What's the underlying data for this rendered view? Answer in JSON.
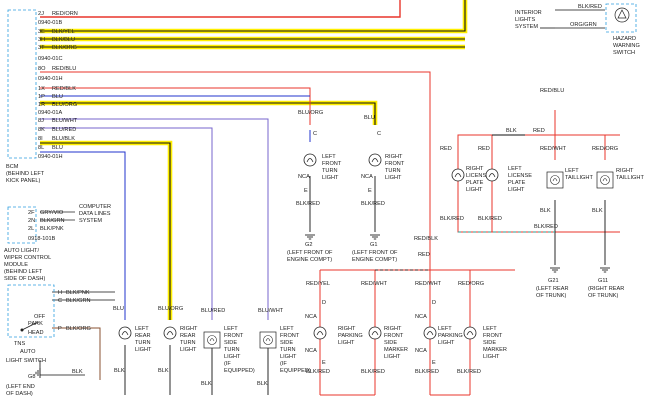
{
  "bcm": {
    "pins": [
      {
        "pin": "2J",
        "wire": "RED/ORN"
      },
      {
        "pin": "",
        "wire": "0940-01B"
      },
      {
        "pin": "3E",
        "wire": "BLK/YEL"
      },
      {
        "pin": "3H",
        "wire": "BLK/BLU"
      },
      {
        "pin": "3T",
        "wire": "BLK/ORG"
      },
      {
        "pin": "",
        "wire": "0940-01C"
      },
      {
        "pin": "8O",
        "wire": "RED/BLU"
      },
      {
        "pin": "",
        "wire": "0940-01H"
      },
      {
        "pin": "1X",
        "wire": "RED/BLK"
      },
      {
        "pin": "1P",
        "wire": "BLU"
      },
      {
        "pin": "1R",
        "wire": "BLU/ORG"
      },
      {
        "pin": "",
        "wire": "0940-01A"
      },
      {
        "pin": "8J",
        "wire": "BLU/WHT"
      },
      {
        "pin": "8K",
        "wire": "BLU/RED"
      },
      {
        "pin": "8I",
        "wire": "BLU/BLK"
      },
      {
        "pin": "8L",
        "wire": "BLU"
      },
      {
        "pin": "",
        "wire": "0940-01H"
      }
    ],
    "label_lines": [
      "BCM",
      "(BEHIND LEFT",
      "KICK PANEL)"
    ]
  },
  "data_lines": {
    "pins": [
      {
        "pin": "2F",
        "wire": "GRY/VIO"
      },
      {
        "pin": "2N",
        "wire": "BLK/GRN"
      },
      {
        "pin": "2L",
        "wire": "BLK/PNK"
      },
      {
        "pin": "",
        "wire": "0918-101B"
      }
    ],
    "system_label_lines": [
      "COMPUTER",
      "DATA LINES",
      "SYSTEM"
    ],
    "module_label_lines": [
      "AUTO LIGHT/",
      "WIPER CONTROL",
      "MODULE",
      "(BEHIND LEFT",
      "SIDE OF DASH)"
    ]
  },
  "light_switch": {
    "pins": [
      {
        "pin": "H",
        "wire": "BLK/PNK"
      },
      {
        "pin": "C",
        "wire": "BLK/GRN"
      },
      {
        "pin": "P",
        "wire": "BLK/ORG"
      }
    ],
    "positions": [
      "OFF",
      "PARK",
      "HEAD",
      "TNS",
      "AUTO"
    ],
    "label": "LIGHT SWITCH",
    "ground": "G8",
    "ground_wire": "BLK",
    "ground_label_lines": [
      "(LEFT END",
      "OF DASH)"
    ]
  },
  "hazard": {
    "wire_top": "BLK/RED",
    "wire_mid": "ORG/GRN",
    "interior_lines": [
      "INTERIOR",
      "LIGHTS",
      "SYSTEM"
    ],
    "label_lines": [
      "HAZARD",
      "WARNING",
      "SWITCH"
    ]
  },
  "front_turn": {
    "left": {
      "wire_in": "BLU/ORG",
      "pin_top": "C",
      "nca": "NCA",
      "pin_bot": "E",
      "wire_out": "BLK/RED",
      "label_lines": [
        "LEFT",
        "FRONT",
        "TURN",
        "LIGHT"
      ],
      "ground": "G2",
      "ground_lines": [
        "(LEFT FRONT OF",
        "ENGINE COMPT)"
      ]
    },
    "right": {
      "wire_in": "BLU",
      "pin_top": "C",
      "nca": "NCA",
      "pin_bot": "E",
      "wire_out": "BLK/RED",
      "label_lines": [
        "RIGHT",
        "FRONT",
        "TURN",
        "LIGHT"
      ],
      "ground": "G1",
      "ground_lines": [
        "(LEFT FRONT OF",
        "ENGINE COMPT)"
      ]
    }
  },
  "rear_section": {
    "red_blu": "RED/BLU",
    "blk_junction": "BLK",
    "red_junction": "RED",
    "lic_left": {
      "wire_in": "RED",
      "wire_out": "BLK/RED",
      "label_lines": [
        "RIGHT",
        "LICENSE",
        "PLATE",
        "LIGHT"
      ]
    },
    "lic_right": {
      "wire_in": "RED",
      "wire_out": "BLK/RED",
      "label_lines": [
        "LEFT",
        "LICENSE",
        "PLATE",
        "LIGHT"
      ]
    },
    "tail_left": {
      "wire_in": "RED/WHT",
      "wire_out": "BLK",
      "label_lines": [
        "LEFT",
        "TAILLIGHT"
      ],
      "ground": "G21",
      "ground_lines": [
        "(LEFT REAR",
        "OF TRUNK)"
      ]
    },
    "tail_right": {
      "wire_in": "RED/ORG",
      "wire_out": "BLK",
      "label_lines": [
        "RIGHT",
        "TAILLIGHT"
      ],
      "ground": "G11",
      "ground_lines": [
        "(RIGHT REAR",
        "OF TRUNK)"
      ]
    },
    "blk_red": "BLK/RED",
    "red_blk": "RED/BLK",
    "red_wire": "RED"
  },
  "bottom_lights": [
    {
      "wire_in": "BLU",
      "label_lines": [
        "LEFT",
        "REAR",
        "TURN",
        "LIGHT"
      ],
      "ground": "BLK"
    },
    {
      "wire_in": "BLU/ORG",
      "label_lines": [
        "RIGHT",
        "REAR",
        "TURN",
        "LIGHT"
      ],
      "ground": "BLK"
    },
    {
      "wire_in": "BLU/RED",
      "label_lines": [
        "LEFT",
        "FRONT",
        "SIDE",
        "TURN",
        "LIGHT",
        "(IF",
        "EQUIPPED)"
      ],
      "ground": "BLK"
    },
    {
      "wire_in": "BLU/WHT",
      "label_lines": [
        "LEFT",
        "FRONT",
        "SIDE",
        "TURN",
        "LIGHT",
        "(IF",
        "EQUIPPED)"
      ],
      "ground": "BLK"
    }
  ],
  "park_lights": [
    {
      "wire_in": "RED/YEL",
      "pin": "D",
      "nca": "NCA",
      "label_lines": [
        "RIGHT",
        "PARKING",
        "LIGHT"
      ],
      "pin_bot": "E",
      "wire_out": "BLK/RED"
    },
    {
      "wire_in": "RED/WHT",
      "label_lines": [
        "RIGHT",
        "FRONT",
        "SIDE",
        "MARKER",
        "LIGHT"
      ],
      "wire_out": "BLK/RED"
    },
    {
      "wire_in": "RED/WHT",
      "pin": "D",
      "nca": "NCA",
      "label_lines": [
        "LEFT",
        "PARKING",
        "LIGHT"
      ],
      "pin_bot": "E",
      "wire_out": "BLK/RED"
    },
    {
      "wire_in": "RED/ORG",
      "label_lines": [
        "LEFT",
        "FRONT",
        "SIDE",
        "MARKER",
        "LIGHT"
      ],
      "wire_out": "BLK/RED"
    }
  ],
  "colors": {
    "red": "#e8352b",
    "yellow": "#ffef00",
    "blue": "#2233cc",
    "purple": "#7766cc",
    "teal": "#2e9a8e",
    "brown": "#8a5030",
    "black": "#111111",
    "connector": "#2d9fe0"
  }
}
